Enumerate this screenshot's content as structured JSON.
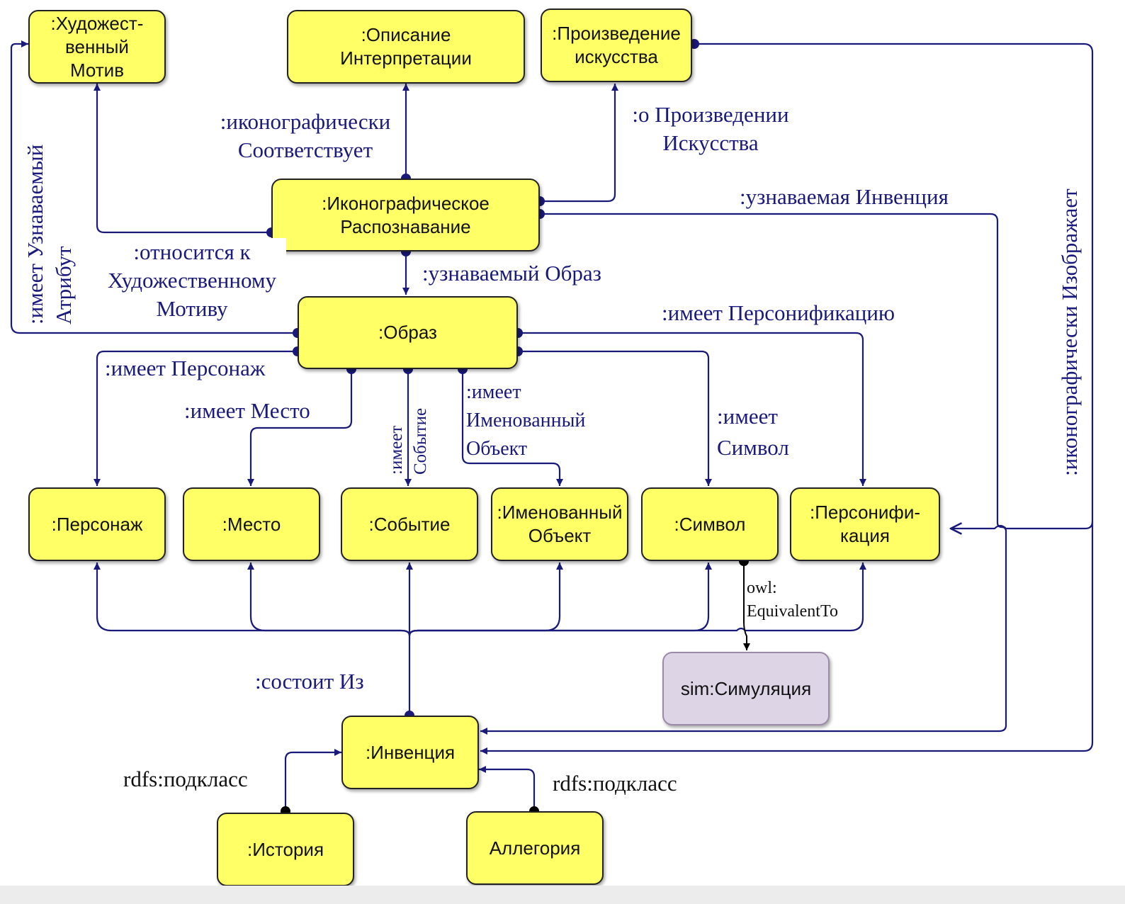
{
  "nodes": {
    "art_motif": ":Художест-\nвенный\nМотив",
    "interp_desc": ":Описание\nИнтерпретации",
    "artwork": ":Произведение\nискусства",
    "icono_recog": ":Иконографическое\nРаспознавание",
    "image": ":Образ",
    "character": ":Персонаж",
    "place": ":Место",
    "event": ":Событие",
    "named_object": ":Именованный\nОбъект",
    "symbol": ":Символ",
    "personification": ":Персонифи-\nкация",
    "simulation": "sim:Симуляция",
    "invention": ":Инвенция",
    "story": ":История",
    "allegory": "Аллегория"
  },
  "edge_labels": {
    "has_recognizable_attribute": ":имеет Узнаваемый\nАтрибут",
    "iconographically_corresponds": ":иконографически\nСоответствует",
    "about_artwork": ":о Произведении\nИскусства",
    "recognizable_invention": ":узнаваемая Инвенция",
    "iconographically_depicts": ":иконографически Изображает",
    "refers_to_art_motif": ":относится к\nХудожественному\nМотиву",
    "recognizable_image": ":узнаваемый Образ",
    "has_personification": ":имеет Персонификацию",
    "has_character": ":имеет Персонаж",
    "has_place": ":имеет Место",
    "has_event": ":имеет\nСобытие",
    "has_named_object": ":имеет\nИменованный\nОбъект",
    "has_symbol": ":имеет\nСимвол",
    "owl_equivalent": "owl:\nEquivalentTo",
    "consists_of": ":состоит Из",
    "subclass_left": "rdfs:подкласс",
    "subclass_right": "rdfs:подкласс"
  },
  "colors": {
    "node_fill": "#ffff66",
    "node_alt_fill": "#ddd4e6",
    "edge": "#1a1a7a",
    "label": "#1a1a7a"
  }
}
